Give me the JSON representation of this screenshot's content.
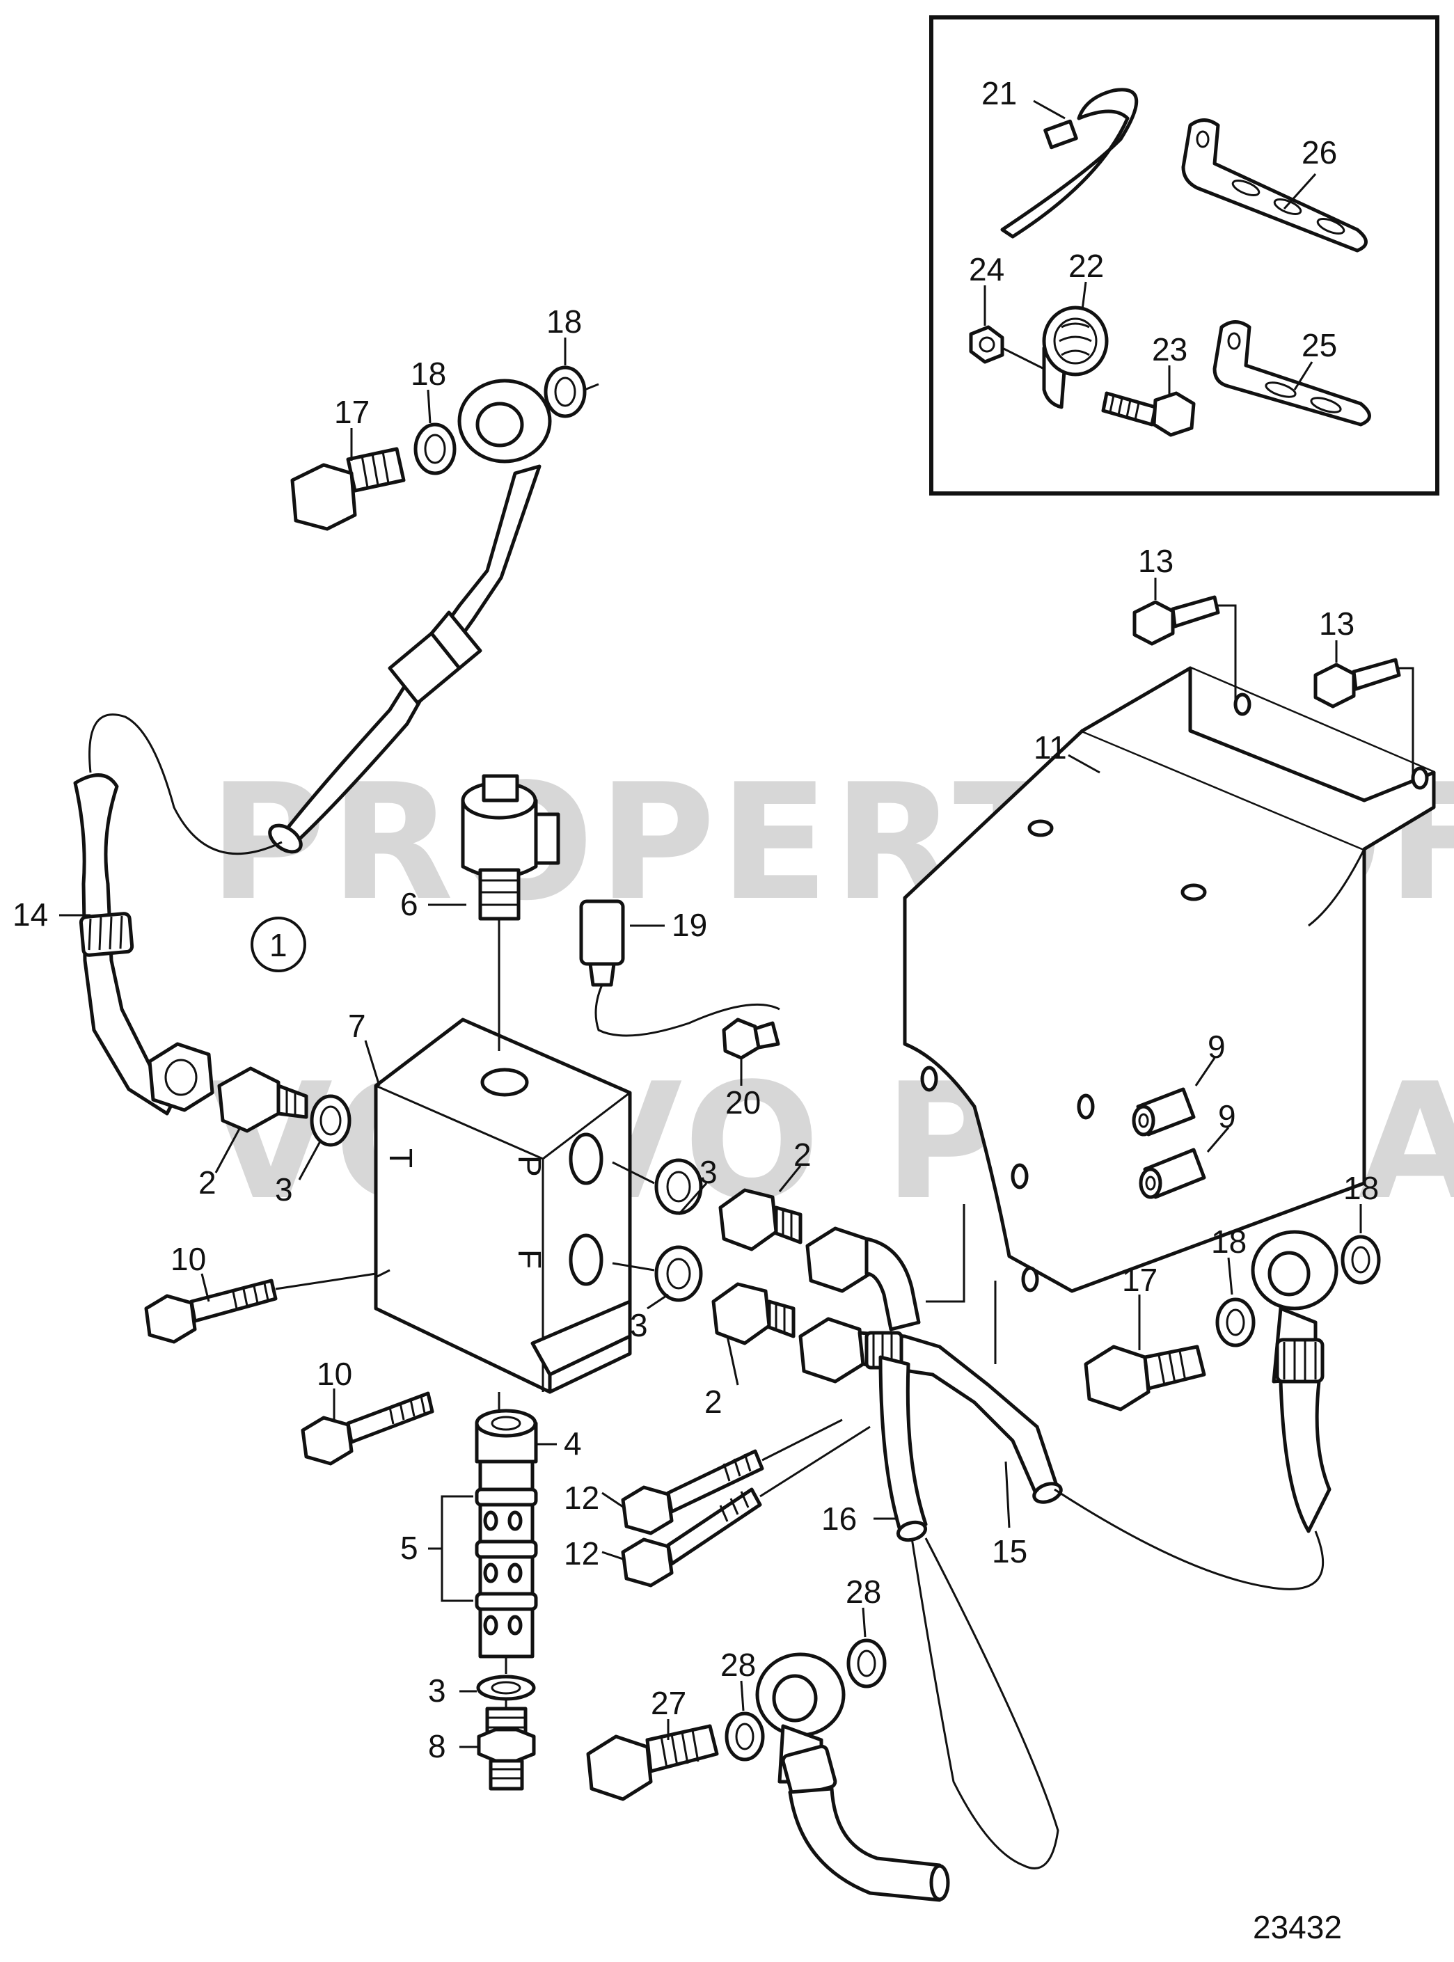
{
  "watermark": {
    "line1": "PROPERTY OF",
    "line2": "VOLVO PENTA"
  },
  "drawing_number": "23432",
  "group_marker": "1",
  "callouts": [
    {
      "id": "c2a",
      "label": "2"
    },
    {
      "id": "c2b",
      "label": "2"
    },
    {
      "id": "c2c",
      "label": "2"
    },
    {
      "id": "c3a",
      "label": "3"
    },
    {
      "id": "c3b",
      "label": "3"
    },
    {
      "id": "c3c",
      "label": "3"
    },
    {
      "id": "c3d",
      "label": "3"
    },
    {
      "id": "c4",
      "label": "4"
    },
    {
      "id": "c5",
      "label": "5"
    },
    {
      "id": "c6",
      "label": "6"
    },
    {
      "id": "c7",
      "label": "7"
    },
    {
      "id": "c8",
      "label": "8"
    },
    {
      "id": "c9a",
      "label": "9"
    },
    {
      "id": "c9b",
      "label": "9"
    },
    {
      "id": "c10a",
      "label": "10"
    },
    {
      "id": "c10b",
      "label": "10"
    },
    {
      "id": "c11",
      "label": "11"
    },
    {
      "id": "c12a",
      "label": "12"
    },
    {
      "id": "c12b",
      "label": "12"
    },
    {
      "id": "c13a",
      "label": "13"
    },
    {
      "id": "c13b",
      "label": "13"
    },
    {
      "id": "c14",
      "label": "14"
    },
    {
      "id": "c15",
      "label": "15"
    },
    {
      "id": "c16",
      "label": "16"
    },
    {
      "id": "c17a",
      "label": "17"
    },
    {
      "id": "c17b",
      "label": "17"
    },
    {
      "id": "c18a",
      "label": "18"
    },
    {
      "id": "c18b",
      "label": "18"
    },
    {
      "id": "c18c",
      "label": "18"
    },
    {
      "id": "c18d",
      "label": "18"
    },
    {
      "id": "c19",
      "label": "19"
    },
    {
      "id": "c20",
      "label": "20"
    },
    {
      "id": "c21",
      "label": "21"
    },
    {
      "id": "c22",
      "label": "22"
    },
    {
      "id": "c23",
      "label": "23"
    },
    {
      "id": "c24",
      "label": "24"
    },
    {
      "id": "c25",
      "label": "25"
    },
    {
      "id": "c26",
      "label": "26"
    },
    {
      "id": "c27",
      "label": "27"
    },
    {
      "id": "c28a",
      "label": "28"
    },
    {
      "id": "c28b",
      "label": "28"
    }
  ],
  "port_labels": {
    "t": "T",
    "p": "P",
    "f": "F"
  }
}
